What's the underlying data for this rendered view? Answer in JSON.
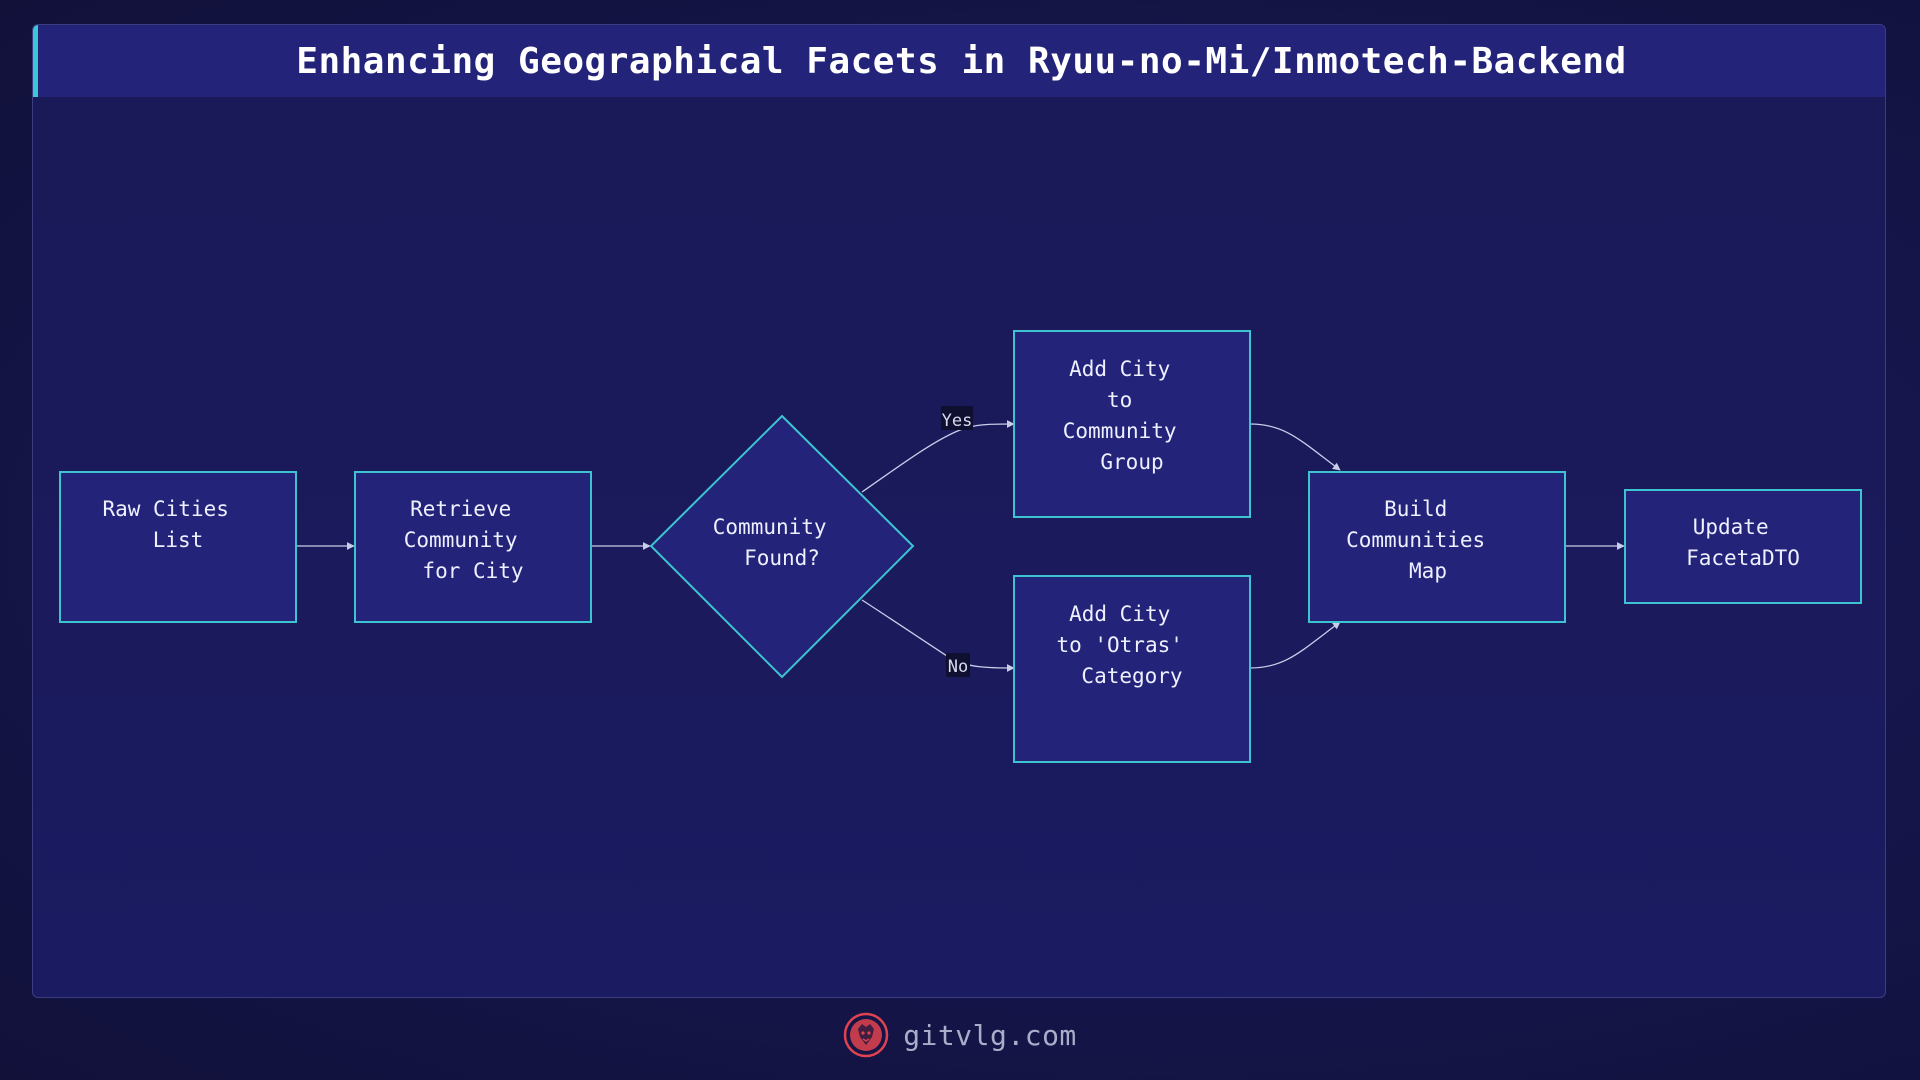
{
  "header": {
    "title": "Enhancing Geographical Facets in Ryuu-no-Mi/Inmotech-Backend"
  },
  "nodes": {
    "raw_cities": [
      "Raw Cities",
      "List"
    ],
    "retrieve_community": [
      "Retrieve",
      "Community",
      "for City"
    ],
    "community_found": [
      "Community",
      "Found?"
    ],
    "add_to_group": [
      "Add City",
      "to",
      "Community",
      "Group"
    ],
    "add_to_otras": [
      "Add City",
      "to 'Otras'",
      "Category"
    ],
    "build_map": [
      "Build",
      "Communities",
      "Map"
    ],
    "update_dto": [
      "Update",
      "FacetaDTO"
    ]
  },
  "edges": {
    "yes_label": "Yes",
    "no_label": "No"
  },
  "footer": {
    "site": "gitvlg.com"
  },
  "colors": {
    "background": "#15154a",
    "node_fill": "#23237a",
    "node_stroke": "#3ec3d1",
    "accent": "#39c8d4",
    "logo": "#e0434f"
  }
}
